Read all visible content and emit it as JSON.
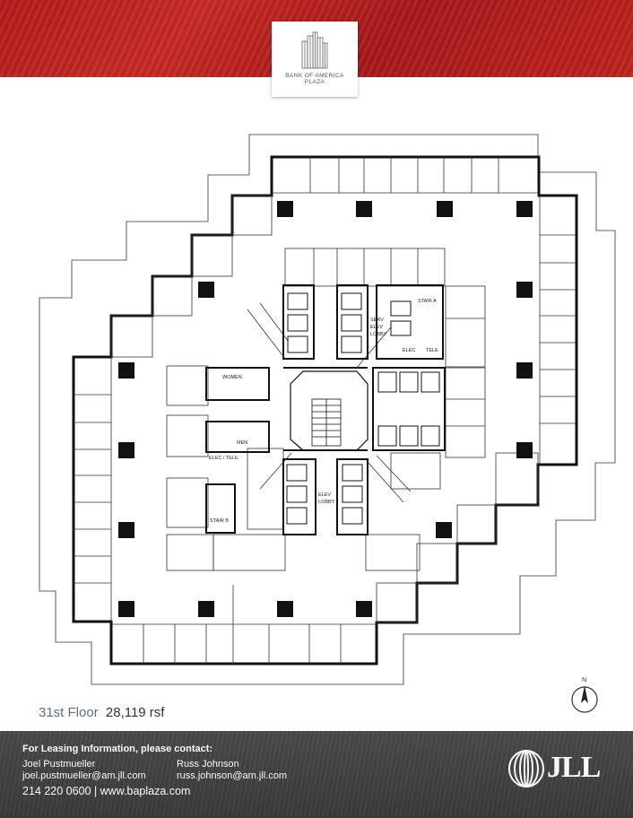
{
  "header": {
    "logo_line1": "BANK OF AMERICA",
    "logo_line2": "PLAZA",
    "brand_color": "#c0241f"
  },
  "floorplan": {
    "floor_name": "31st Floor",
    "area": "28,119 rsf",
    "labels": {
      "serv_elev_lobby_1": "SERV",
      "serv_elev_lobby_2": "ELEV",
      "serv_elev_lobby_3": "LOBBY",
      "stair_a": "STAIR A",
      "elec": "ELEC",
      "tele": "TELE",
      "women": "WOMEN",
      "men": "MEN",
      "elec_tele": "ELEC / TELE",
      "elev_lobby_1": "ELEV",
      "elev_lobby_2": "LOBBY",
      "stair_b": "STAIR B"
    },
    "north_label": "N"
  },
  "footer": {
    "heading": "For Leasing Information, please contact:",
    "contact1_name": "Joel Pustmueller",
    "contact1_email": "joel.pustmueller@am.jll.com",
    "contact2_name": "Russ Johnson",
    "contact2_email": "russ.johnson@am.jll.com",
    "phone_line": "214 220 0600  |  www.baplaza.com",
    "brand": "JLL",
    "background": "#404040"
  }
}
